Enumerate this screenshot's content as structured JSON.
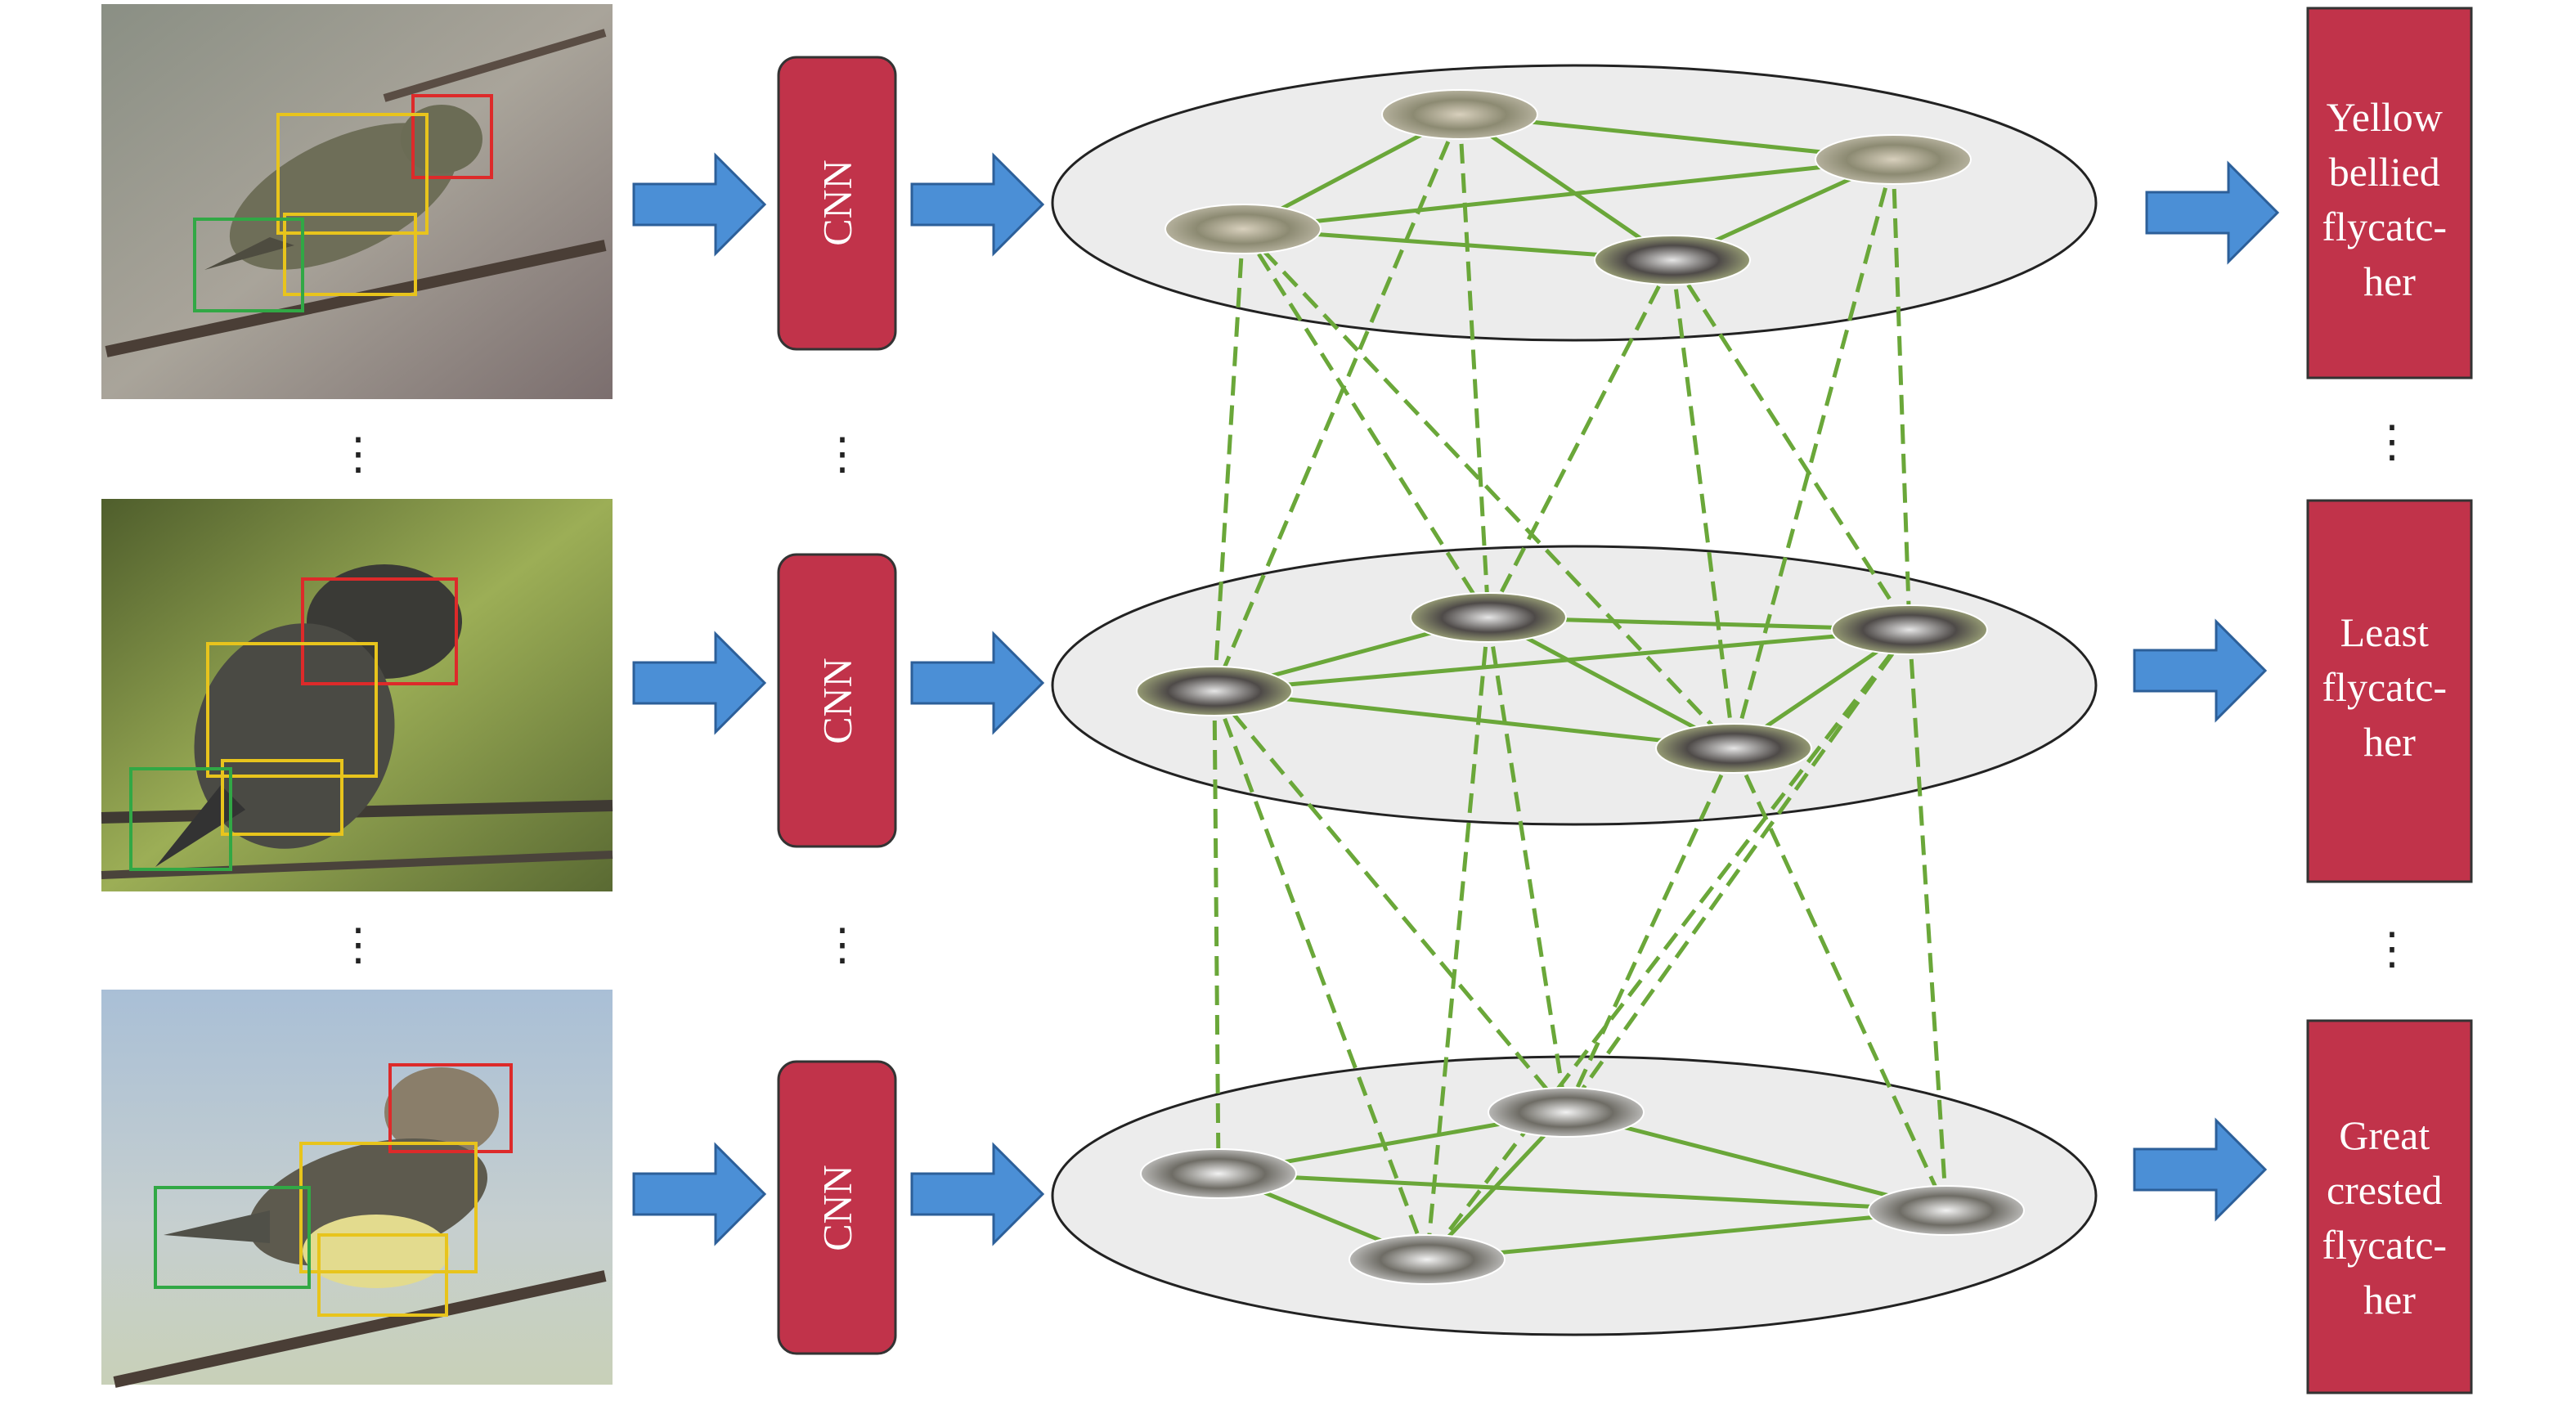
{
  "pipeline": {
    "cnn_label": "CNN",
    "rows": [
      {
        "class_lines": [
          "Yellow",
          "bellied",
          "flycatc-",
          "her"
        ]
      },
      {
        "class_lines": [
          "Least",
          "flycatc-",
          "her"
        ]
      },
      {
        "class_lines": [
          "Great",
          "crested",
          "flycatc-",
          "her"
        ]
      }
    ],
    "ellipsis": "⋮"
  },
  "colors": {
    "cnn_box": "#c1334a",
    "class_box": "#c1334a",
    "arrow": "#4b8fd6",
    "edge": "#6aa739",
    "plane": "#ececec",
    "box_red": "#dd2a2a",
    "box_yellow": "#e8c41c",
    "box_green": "#31a845"
  }
}
